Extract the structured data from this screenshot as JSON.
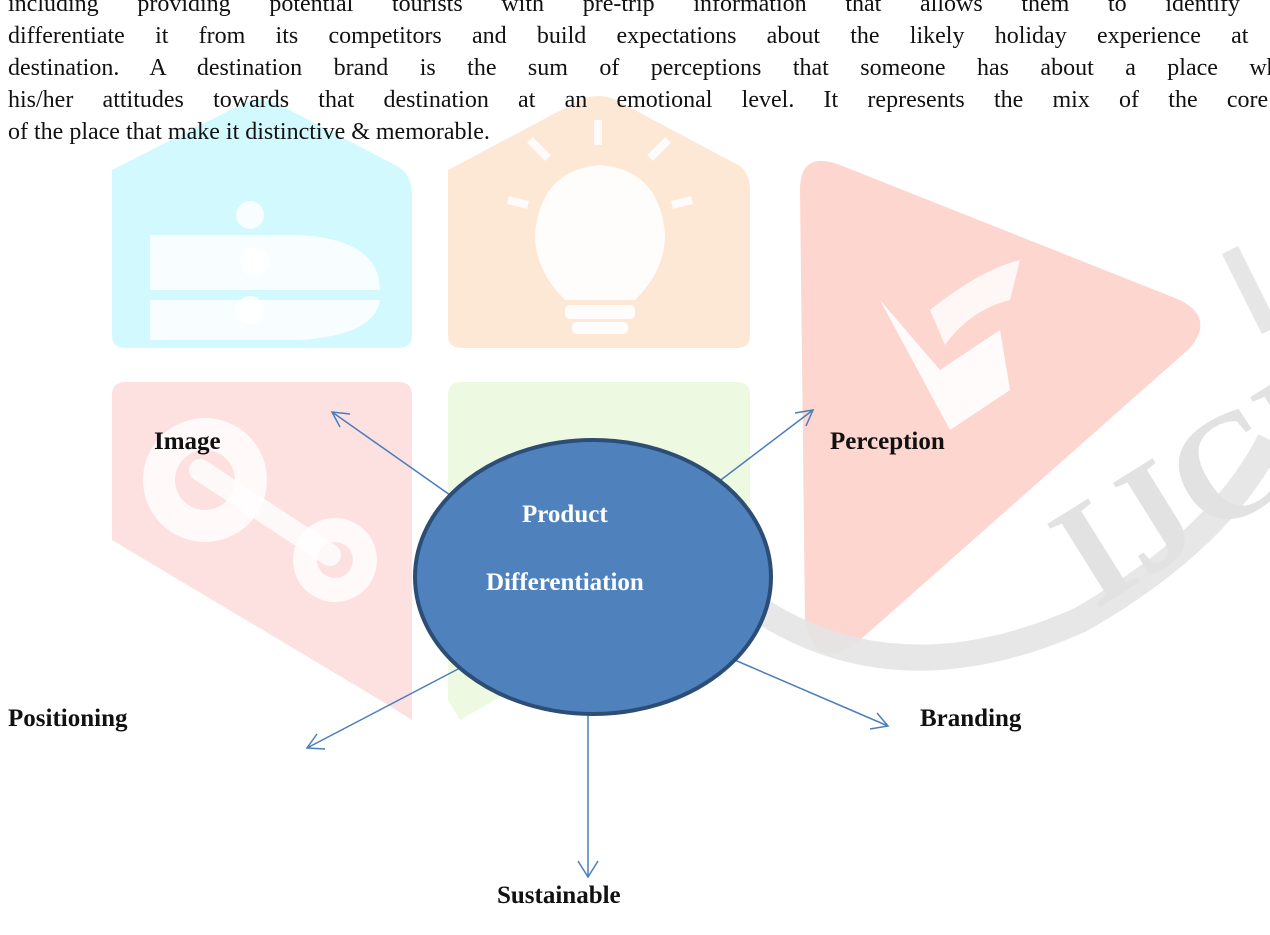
{
  "paragraph": {
    "lines": [
      "including providing potential tourists with pre-trip information that allows them to identify the",
      "differentiate it from its competitors and build expectations about the likely holiday experience at the",
      "destination. A destination brand is the sum of perceptions that someone has about a place which",
      "his/her attitudes towards that destination at an emotional level. It represents the mix of the core c",
      "of the place that make it distinctive & memorable."
    ]
  },
  "diagram": {
    "center": {
      "line1": "Product",
      "line2": "Differentiation"
    },
    "nodes": {
      "image": "Image",
      "perception": "Perception",
      "positioning": "Positioning",
      "branding": "Branding",
      "sustainable": "Sustainable"
    },
    "colors": {
      "ellipse_fill": "#4f81bd",
      "ellipse_stroke": "#2c4d75",
      "arrow": "#4a7ebb"
    }
  },
  "watermark": {
    "text": "IJCRT",
    "icons": [
      "circuit-icon",
      "lightbulb-icon",
      "gear-icon",
      "book-play-icon"
    ],
    "colors": {
      "cyan": "#d2f9fd",
      "orange": "#fde8d6",
      "pink": "#fde1e1",
      "green": "#eef9e1",
      "red": "#fdd6cf",
      "gray": "#e4e4e4"
    }
  }
}
